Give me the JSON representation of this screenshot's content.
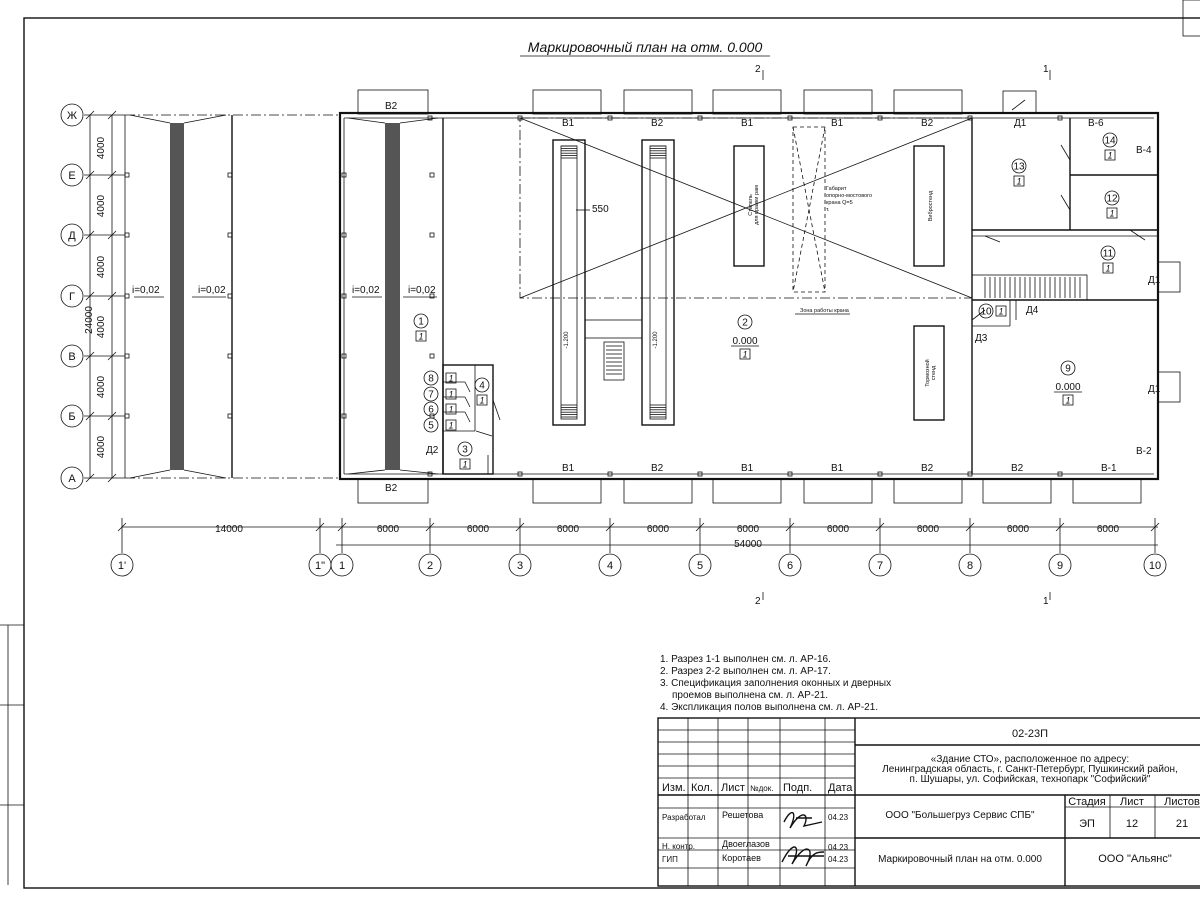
{
  "title": "Маркировочный план на отм. 0.000",
  "sections": [
    {
      "mark": "2",
      "id": "sec-2-top"
    },
    {
      "mark": "1",
      "id": "sec-1-top"
    },
    {
      "mark": "2",
      "id": "sec-2-bottom"
    },
    {
      "mark": "1",
      "id": "sec-1-bottom"
    }
  ],
  "grid_rows": [
    "Ж",
    "Е",
    "Д",
    "Г",
    "В",
    "Б",
    "А"
  ],
  "grid_cols": [
    "1'",
    "1\"",
    "1",
    "2",
    "3",
    "4",
    "5",
    "6",
    "7",
    "8",
    "9",
    "10"
  ],
  "row_dims": [
    "4000",
    "4000",
    "4000",
    "4000",
    "4000",
    "4000"
  ],
  "row_total": "24000",
  "col_dims": [
    "14000",
    "6000",
    "6000",
    "6000",
    "6000",
    "6000",
    "6000",
    "6000",
    "6000",
    "6000"
  ],
  "col_total": "54000",
  "slopes": [
    "i=0,02",
    "i=0,02",
    "i=0,02",
    "i=0,02"
  ],
  "gates": {
    "b2": "В2",
    "b1": "В1",
    "b6": "В-6",
    "b4": "В-4",
    "b_2": "В-2",
    "b_1": "В-1"
  },
  "doors": {
    "d1": "Д1",
    "d2": "Д2",
    "d3": "Д3",
    "d4": "Д4"
  },
  "rooms": [
    {
      "num": "1",
      "mark": "1"
    },
    {
      "num": "2",
      "mark": "1",
      "level": "0.000"
    },
    {
      "num": "3",
      "mark": "1"
    },
    {
      "num": "4",
      "mark": "1"
    },
    {
      "num": "5",
      "mark": "1"
    },
    {
      "num": "6",
      "mark": "1"
    },
    {
      "num": "7",
      "mark": "1"
    },
    {
      "num": "8",
      "mark": "1"
    },
    {
      "num": "9",
      "mark": "1",
      "level": "0.000"
    },
    {
      "num": "10",
      "mark": "1"
    },
    {
      "num": "11",
      "mark": "1"
    },
    {
      "num": "12",
      "mark": "1"
    },
    {
      "num": "13",
      "mark": "1"
    },
    {
      "num": "14",
      "mark": "1"
    }
  ],
  "equipment": {
    "stand": "Стапель для правки рам",
    "crane": "Габарит опорно-мостового крана Q=5 т.",
    "vibro": "Вибростенд",
    "brake": "Тормозной стенд",
    "crane_zone": "Зона работы крана",
    "dim550": "550",
    "pit_mark": "-1.200"
  },
  "notes": [
    "1. Разрез 1-1 выполнен см. л. АР-16.",
    "2. Разрез 2-2 выполнен см. л. АР-17.",
    "3. Спецификация заполнения оконных и дверных",
    "проемов выполнена см. л. АР-21.",
    "4. Экспликация полов выполнена см. л. АР-21."
  ],
  "stamp": {
    "code": "02-23П",
    "object_l1": "«Здание СТО», расположенное по адресу:",
    "object_l2": "Ленинградская область, г. Санкт-Петербург, Пушкинский район,",
    "object_l3": "п. Шушары, ул. Софийская, технопарк \"Софийский\"",
    "h_izm": "Изм.",
    "h_kol": "Кол.",
    "h_list": "Лист",
    "h_ndok": "№док.",
    "h_podp": "Подп.",
    "h_date": "Дата",
    "r1_role": "Разработал",
    "r1_name": "Решетова",
    "r1_date": "04.23",
    "r2_role": "Н. контр.",
    "r2_name": "Двоеглазов",
    "r2_date": "04.23",
    "r3_role": "ГИП",
    "r3_name": "Коротаев",
    "r3_date": "04.23",
    "company": "ООО \"Большегруз Сервис СПБ\"",
    "h_stage": "Стадия",
    "h_sheet": "Лист",
    "h_sheets": "Листов",
    "stage": "ЭП",
    "sheet": "12",
    "sheets": "21",
    "sheet_title": "Маркировочный план на отм. 0.000",
    "org": "ООО \"Альянс\""
  }
}
